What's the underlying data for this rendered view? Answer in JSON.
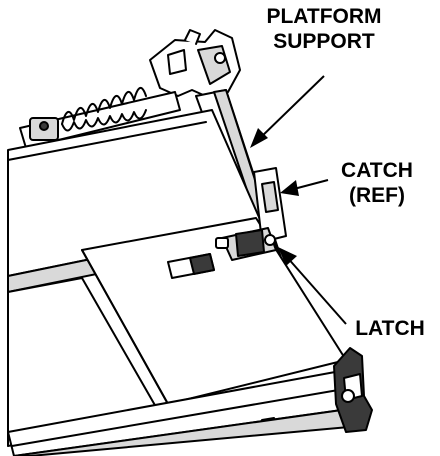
{
  "callouts": {
    "platform_support": {
      "line1": "PLATFORM",
      "line2": "SUPPORT"
    },
    "catch": {
      "line1": "CATCH",
      "line2": "(REF)"
    },
    "latch": {
      "line1": "LATCH"
    }
  },
  "colors": {
    "ink": "#000000",
    "panel": "#ffffff",
    "shade": "#d9d9d9",
    "dark": "#3a3a3a"
  }
}
